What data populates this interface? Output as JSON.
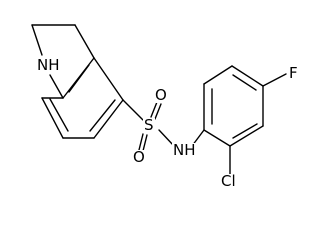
{
  "molecule": {
    "atoms": {
      "indoline_nh": "NH",
      "sulfonamide_s": "S",
      "sulfonyl_o_upper": "O",
      "sulfonyl_o_lower": "O",
      "sulfonamide_nh": "NH",
      "chlorine": "Cl",
      "fluorine": "F"
    },
    "colors": {
      "bond": "#000000",
      "label": "#000000",
      "background": "#ffffff"
    }
  }
}
